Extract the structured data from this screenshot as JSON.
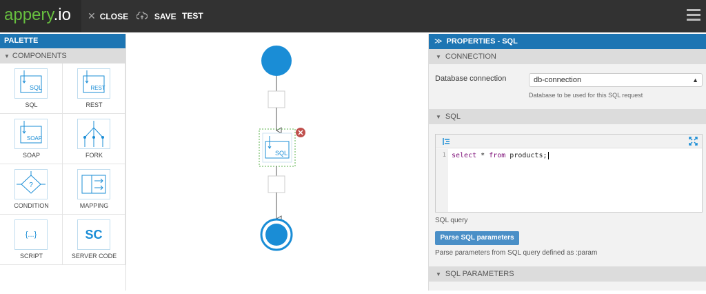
{
  "topbar": {
    "logo_main": "appery",
    "logo_ext": ".io",
    "close_label": "CLOSE",
    "save_label": "SAVE",
    "test_label": "TEST"
  },
  "palette": {
    "title": "PALETTE",
    "section": "COMPONENTS",
    "items": [
      {
        "label": "SQL",
        "icon_text": "SQL"
      },
      {
        "label": "REST",
        "icon_text": "REST"
      },
      {
        "label": "SOAP",
        "icon_text": "SOAP"
      },
      {
        "label": "FORK",
        "icon_text": ""
      },
      {
        "label": "CONDITION",
        "icon_text": "?"
      },
      {
        "label": "MAPPING",
        "icon_text": ""
      },
      {
        "label": "SCRIPT",
        "icon_text": "{...}"
      },
      {
        "label": "SERVER CODE",
        "icon_text": "SC"
      }
    ]
  },
  "canvas": {
    "selected_node_text": "SQL"
  },
  "properties": {
    "title": "PROPERTIES - SQL",
    "connection_section": "CONNECTION",
    "db_label": "Database connection",
    "db_value": "db-connection",
    "db_hint": "Database to be used for this SQL request",
    "sql_section": "SQL",
    "line_number": "1",
    "code_keyword1": "select",
    "code_middle": " * ",
    "code_keyword2": "from",
    "code_rest": " products;",
    "sql_query_label": "SQL query",
    "parse_button": "Parse SQL parameters",
    "parse_hint": "Parse parameters from SQL query defined as :param",
    "params_section": "SQL PARAMETERS"
  },
  "colors": {
    "accent": "#1d75b3",
    "node_blue": "#1a8dd6",
    "brand_green": "#67bf3f",
    "delete_red": "#c0504d"
  }
}
